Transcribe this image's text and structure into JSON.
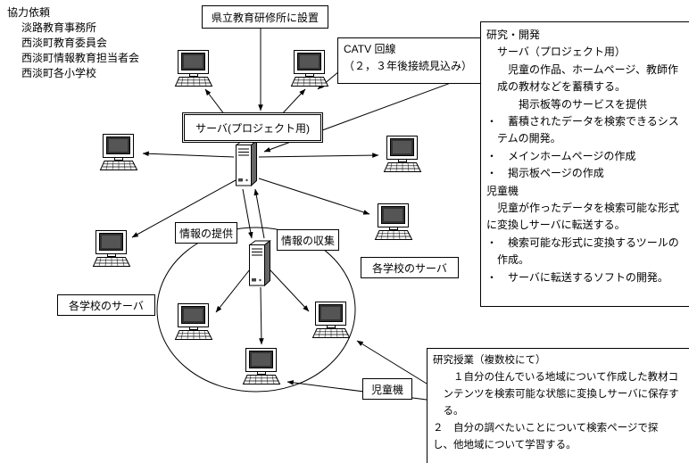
{
  "colors": {
    "line": "#000000",
    "background": "#ffffff",
    "text": "#000000"
  },
  "icons": {
    "computer": "desktop-computer-icon",
    "server": "server-tower-icon",
    "arrow": "arrowhead",
    "network": "children-network-ellipse"
  },
  "cooperation": {
    "title": "協力依頼",
    "items": [
      "淡路教育事務所",
      "西淡町教育委員会",
      "西淡町情報教育担当者会",
      "西淡町各小学校"
    ]
  },
  "installed_label": "県立教育研修所に設置",
  "catv": {
    "line1": "CATV 回線",
    "line2": "（２，３年後接続見込み）"
  },
  "server_label": "サーバ(プロジェクト用)",
  "labels": {
    "info_provide": "情報の提供",
    "info_collect": "情報の収集",
    "school_server_left": "各学校のサーバ",
    "school_server_right": "各学校のサーバ",
    "child_machine": "児童機"
  },
  "research": {
    "lines": [
      "研究・開発",
      "　サーバ（プロジェクト用）",
      "　　児童の作品、ホームページ、教師作",
      "　成の教材などを蓄積する。",
      "　　　掲示板等のサービスを提供",
      "・　蓄積されたデータを検索できるシス",
      "　テムの開発。",
      "・　メインホームページの作成",
      "・　掲示板ページの作成",
      "児童機",
      "　児童が作ったデータを検索可能な形式",
      "に変換しサーバに転送する。",
      "・　検索可能な形式に変換するツールの",
      "　作成。",
      "・　サーバに転送するソフトの開発。"
    ]
  },
  "lesson": {
    "lines": [
      "研究授業（複数校にて）",
      "　　１自分の住んでいる地域について作成した教材コ",
      "　ンテンツを検索可能な状態に変換しサーバに保存す",
      "　る。",
      "２　自分の調べたいことについて検索ページで探",
      "し、他地域について学習する。"
    ]
  }
}
